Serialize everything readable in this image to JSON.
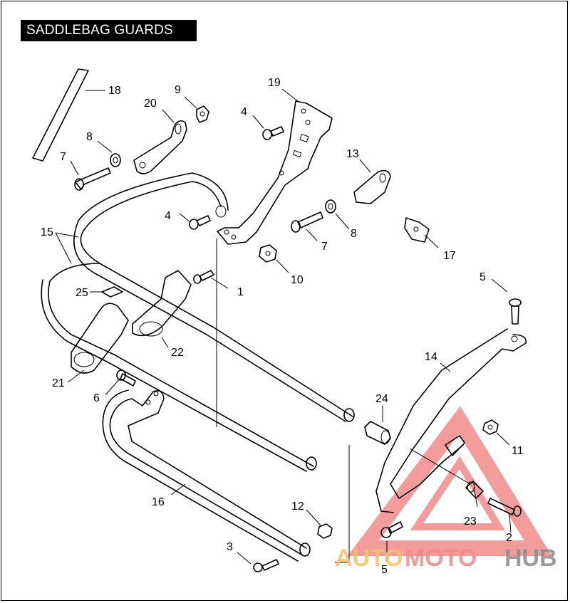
{
  "title": "SADDLEBAG GUARDS",
  "callouts": {
    "c1": "1",
    "c2": "2",
    "c3": "3",
    "c4a": "4",
    "c4b": "4",
    "c5a": "5",
    "c5b": "5",
    "c6": "6",
    "c7a": "7",
    "c7b": "7",
    "c8a": "8",
    "c8b": "8",
    "c9": "9",
    "c10": "10",
    "c11": "11",
    "c12": "12",
    "c13": "13",
    "c14": "14",
    "c15": "15",
    "c16": "16",
    "c17": "17",
    "c18": "18",
    "c19": "19",
    "c20": "20",
    "c21": "21",
    "c22": "22",
    "c23": "23",
    "c24": "24",
    "c25": "25"
  },
  "watermark": {
    "part1": "AUTO",
    "part2": "MOTO",
    "part3": "HUB",
    "color_orange": "#f5c26b",
    "color_red": "#f08a8a",
    "color_gray": "#8c8c8c"
  }
}
